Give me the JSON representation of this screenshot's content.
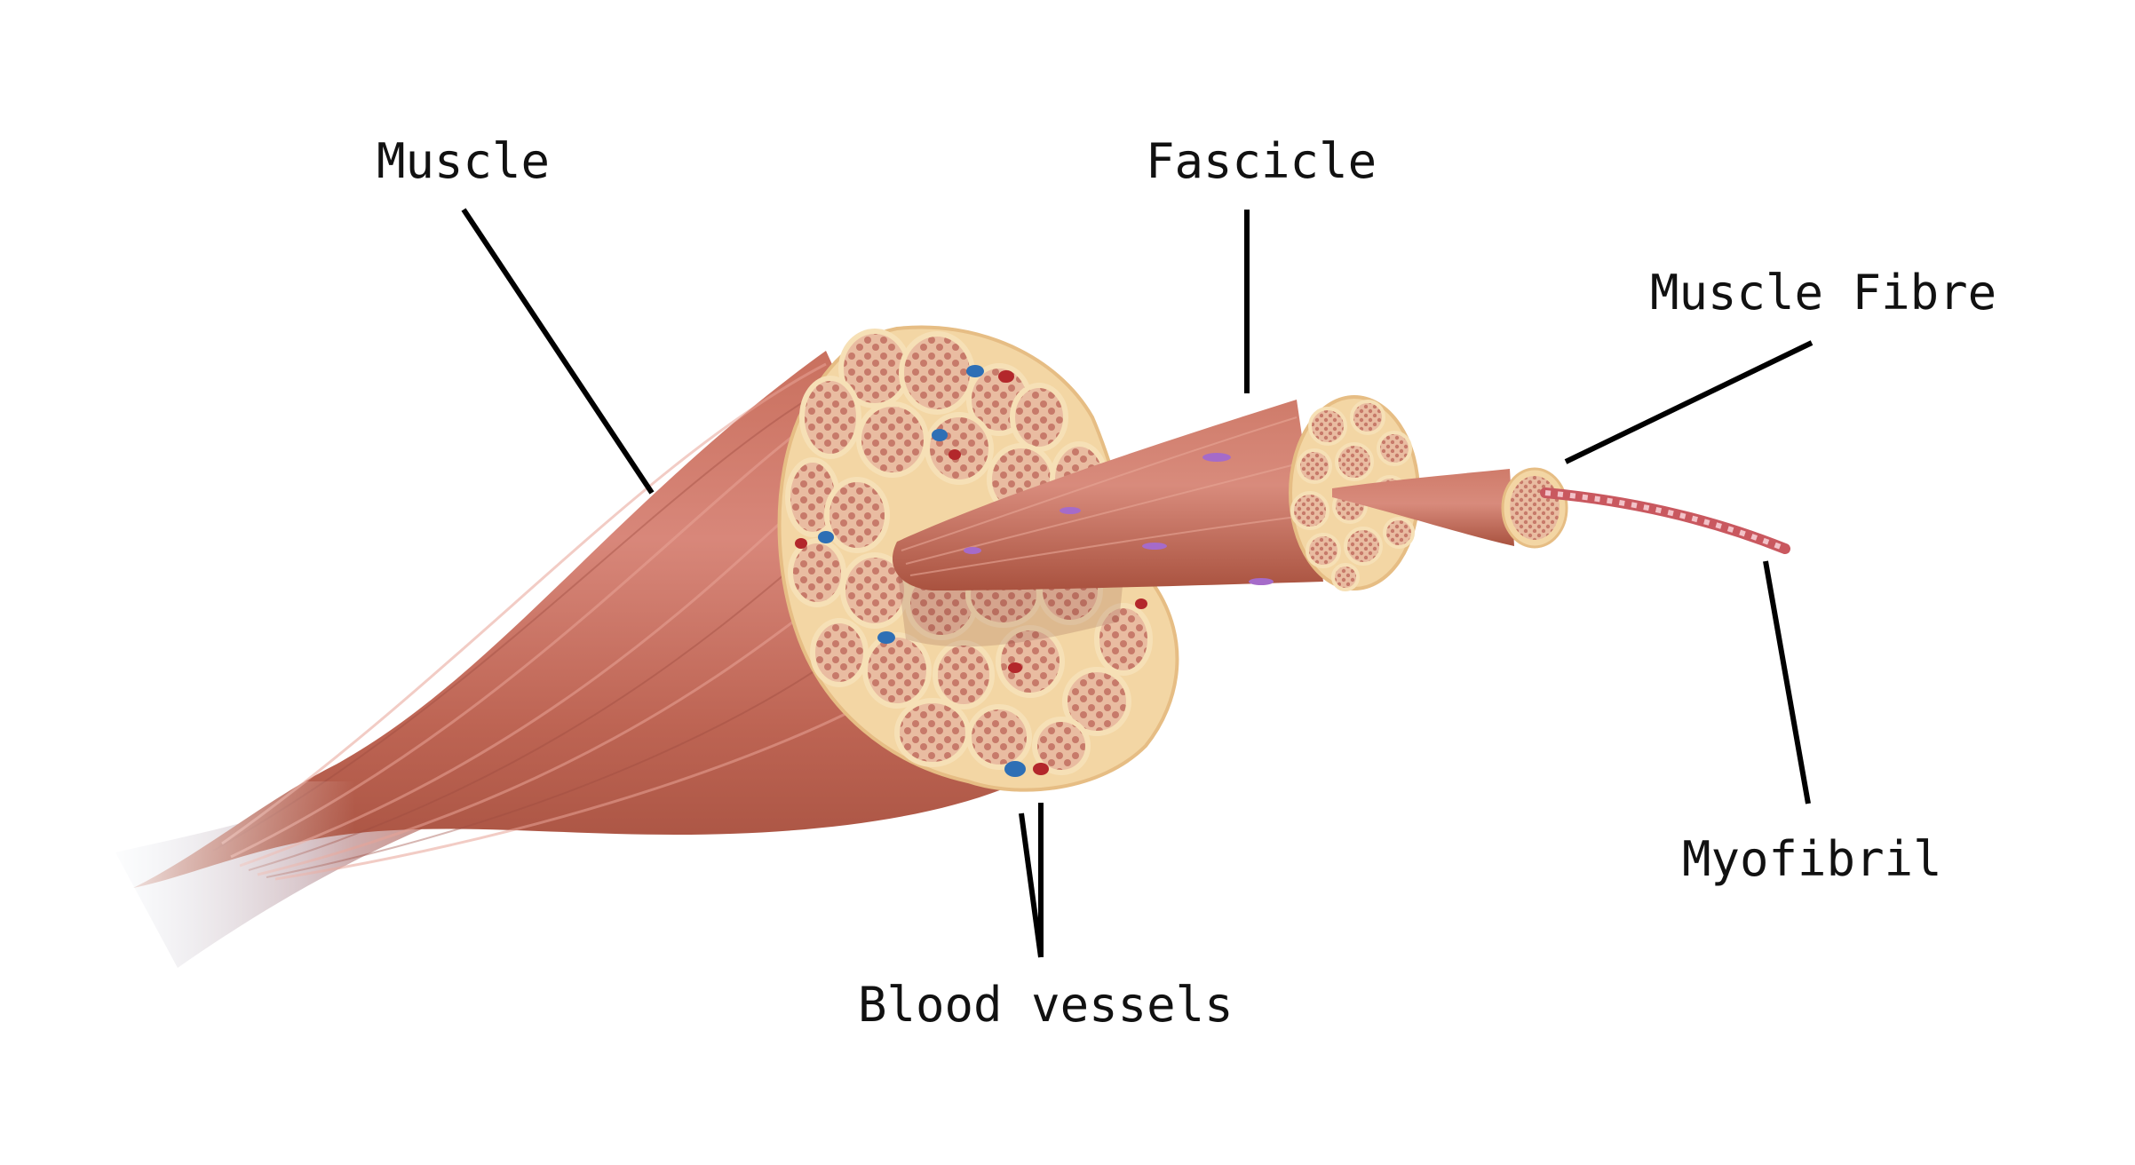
{
  "diagram": {
    "labels": {
      "muscle": "Muscle",
      "fascicle": "Fascicle",
      "muscle_fibre": "Muscle Fibre",
      "myofibril": "Myofibril",
      "blood_vessels": "Blood vessels"
    },
    "colors": {
      "muscle_body": "#c26a58",
      "muscle_highlight": "#d8877a",
      "muscle_shadow": "#9e4c40",
      "perimysium": "#f3d6a4",
      "section_fill": "#e8b89a",
      "fibre_dot": "#c77a6a",
      "vein": "#2e6fb5",
      "artery": "#b3272b",
      "myofibril_band": "#e58a9a",
      "nucleus": "#a56bc9",
      "tendon_fade": "#cfd9e6",
      "leader_line": "#000000"
    }
  }
}
